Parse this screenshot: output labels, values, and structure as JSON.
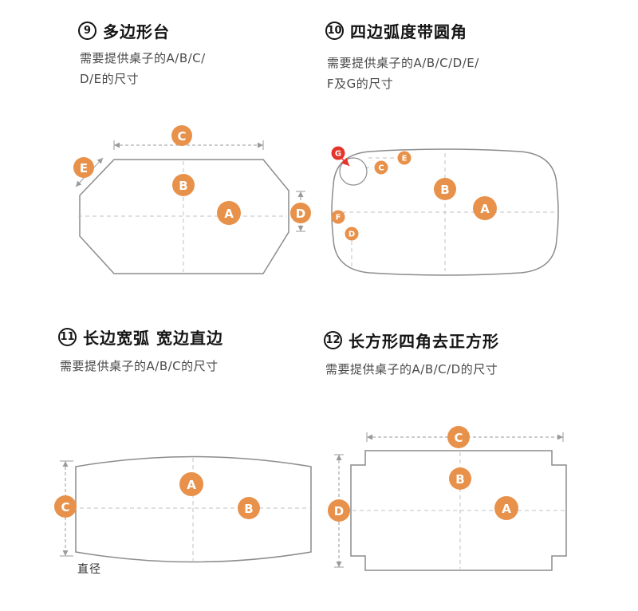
{
  "colors": {
    "badge_orange": "#E8914A",
    "badge_red": "#E5352B",
    "shape_line": "#8C8C8C",
    "dash_line": "#C2C2C2"
  },
  "sections": [
    {
      "number": "9",
      "title": "多边形台",
      "desc": [
        "需要提供桌子的A/B/C/",
        "D/E的尺寸"
      ],
      "labels": {
        "A": "A",
        "B": "B",
        "C": "C",
        "D": "D",
        "E": "E"
      }
    },
    {
      "number": "10",
      "title": "四边弧度带圆角",
      "desc": [
        "需要提供桌子的A/B/C/D/E/",
        "F及G的尺寸"
      ],
      "labels": {
        "A": "A",
        "B": "B",
        "C": "C",
        "D": "D",
        "E": "E",
        "F": "F",
        "G": "G"
      }
    },
    {
      "number": "11",
      "title": "长边宽弧 宽边直边",
      "desc": [
        "需要提供桌子的A/B/C的尺寸"
      ],
      "labels": {
        "A": "A",
        "B": "B",
        "C": "C"
      },
      "note": "直径"
    },
    {
      "number": "12",
      "title": "长方形四角去正方形",
      "desc": [
        "需要提供桌子的A/B/C/D的尺寸"
      ],
      "labels": {
        "A": "A",
        "B": "B",
        "C": "C",
        "D": "D"
      }
    }
  ]
}
